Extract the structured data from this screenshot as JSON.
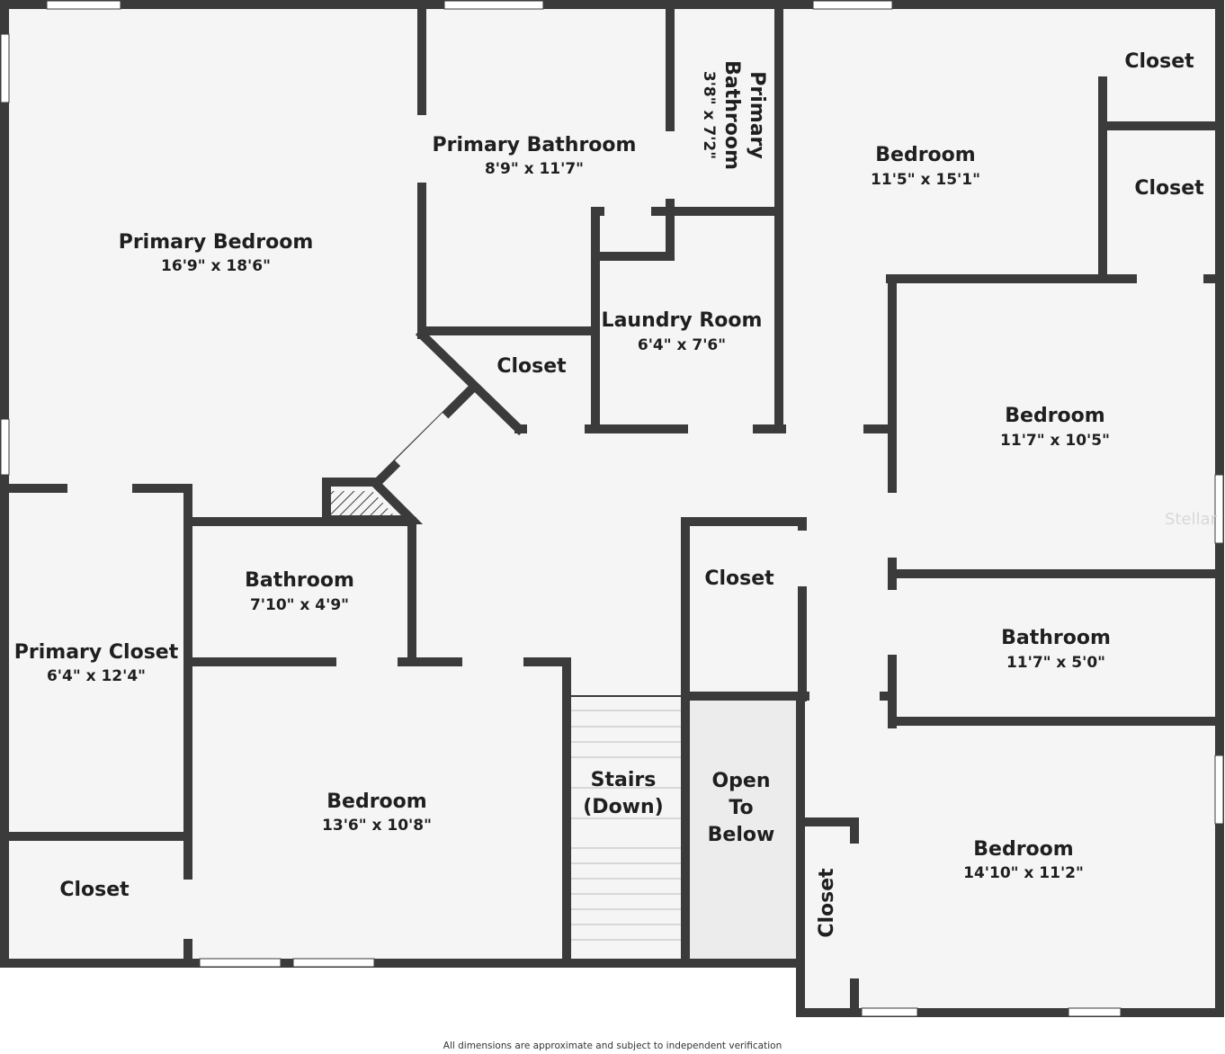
{
  "rooms": {
    "primary_bedroom": {
      "name": "Primary Bedroom",
      "dim": "16'9\" x 18'6\""
    },
    "primary_bathroom": {
      "name": "Primary Bathroom",
      "dim": "8'9\" x 11'7\""
    },
    "primary_bathroom_small": {
      "line1": "Primary",
      "line2": "Bathroom",
      "dim": "3'8\" x 7'2\""
    },
    "bedroom_ne": {
      "name": "Bedroom",
      "dim": "11'5\" x 15'1\""
    },
    "closet_ne1": {
      "name": "Closet"
    },
    "closet_ne2": {
      "name": "Closet"
    },
    "laundry_room": {
      "name": "Laundry Room",
      "dim": "6'4\" x 7'6\""
    },
    "closet_center": {
      "name": "Closet"
    },
    "bedroom_e": {
      "name": "Bedroom",
      "dim": "11'7\" x 10'5\""
    },
    "bathroom_center": {
      "name": "Bathroom",
      "dim": "7'10\" x 4'9\""
    },
    "primary_closet": {
      "name": "Primary Closet",
      "dim": "6'4\" x 12'4\""
    },
    "closet_hall": {
      "name": "Closet"
    },
    "bathroom_e": {
      "name": "Bathroom",
      "dim": "11'7\" x 5'0\""
    },
    "stairs": {
      "line1": "Stairs",
      "line2": "(Down)"
    },
    "open_below": {
      "line1": "Open",
      "line2": "To",
      "line3": "Below"
    },
    "bedroom_s": {
      "name": "Bedroom",
      "dim": "13'6\" x 10'8\""
    },
    "closet_sw": {
      "name": "Closet"
    },
    "bedroom_se": {
      "name": "Bedroom",
      "dim": "14'10\" x 11'2\""
    },
    "closet_se": {
      "name": "Closet"
    }
  },
  "watermark": "Stellar",
  "disclaimer": "All dimensions are approximate and subject to independent verification",
  "colors": {
    "wall": "#3b3b3b",
    "floor": "#f5f5f5",
    "open_below": "#ececec"
  }
}
